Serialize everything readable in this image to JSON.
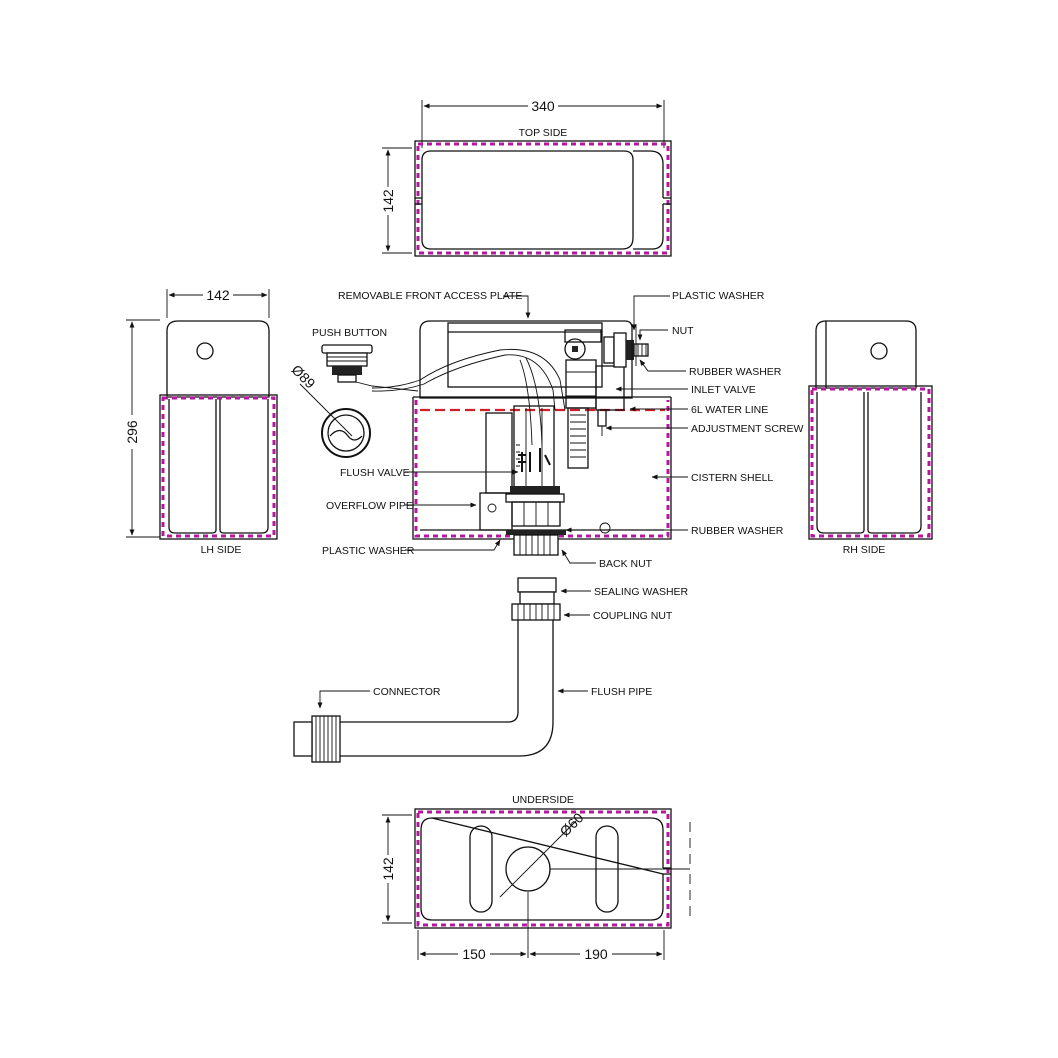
{
  "views": {
    "top": "TOP SIDE",
    "lh": "LH SIDE",
    "rh": "RH SIDE",
    "under": "UNDERSIDE"
  },
  "dimensions": {
    "top_width": "340",
    "top_depth": "142",
    "side_depth": "142",
    "side_height": "296",
    "push_diameter": "Ø89",
    "under_depth": "142",
    "outlet_diameter": "Ø60",
    "left_offset": "150",
    "right_offset": "190"
  },
  "labels": {
    "removable_plate": "REMOVABLE FRONT ACCESS PLATE",
    "plastic_washer_top": "PLASTIC WASHER",
    "nut": "NUT",
    "push_button": "PUSH BUTTON",
    "rubber_washer_top": "RUBBER WASHER",
    "inlet_valve": "INLET VALVE",
    "water_line": "6L WATER LINE",
    "adjustment_screw": "ADJUSTMENT SCREW",
    "flush_valve": "FLUSH VALVE",
    "cistern_shell": "CISTERN SHELL",
    "overflow_pipe": "OVERFLOW PIPE",
    "rubber_washer_bottom": "RUBBER WASHER",
    "plastic_washer_bottom": "PLASTIC WASHER",
    "back_nut": "BACK NUT",
    "sealing_washer": "SEALING WASHER",
    "coupling_nut": "COUPLING NUT",
    "connector": "CONNECTOR",
    "flush_pipe": "FLUSH PIPE"
  },
  "colors": {
    "line": "#111111",
    "hatch": "#b5179e",
    "water_line": "#d0202a"
  }
}
